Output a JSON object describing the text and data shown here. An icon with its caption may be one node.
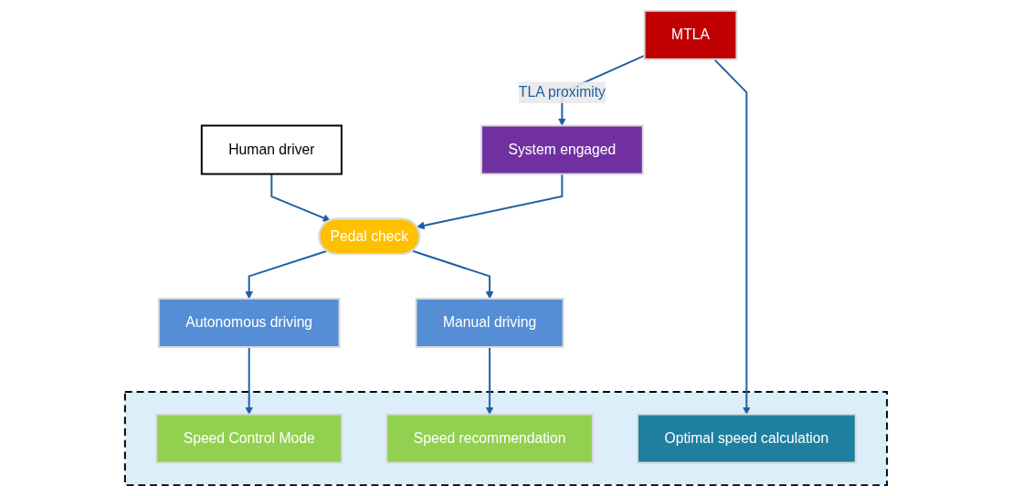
{
  "diagram": {
    "nodes": [
      {
        "text": [
          "Human driver"
        ]
      },
      {
        "text": [
          "MTLA"
        ]
      },
      {
        "text": [
          "System engaged"
        ]
      },
      {
        "text": [
          "Pedal check"
        ]
      },
      {
        "text": [
          "Autonomous driving"
        ]
      },
      {
        "text": [
          "Manual driving"
        ]
      },
      {
        "text": [],
        "shape": "box"
      },
      {
        "text": [
          "Speed Control Mode"
        ],
        "in": 6
      },
      {
        "text": [
          "Speed recommendation"
        ],
        "in": 6
      },
      {
        "text": [
          "Optimal speed calculation"
        ],
        "in": 6
      }
    ],
    "edges": [
      {
        "from": 1,
        "to": 2,
        "arrow": "to",
        "label": "TLA proximity"
      },
      {
        "from": 1,
        "to": 9,
        "arrow": "to"
      },
      {
        "from": 0,
        "to": 3,
        "arrow": "to"
      },
      {
        "from": 2,
        "to": 3,
        "arrow": "to"
      },
      {
        "from": 3,
        "to": 4,
        "arrow": "to"
      },
      {
        "from": 3,
        "to": 5,
        "arrow": "to"
      },
      {
        "from": 4,
        "to": 7,
        "arrow": "to"
      },
      {
        "from": 5,
        "to": 8,
        "arrow": "to"
      }
    ]
  }
}
